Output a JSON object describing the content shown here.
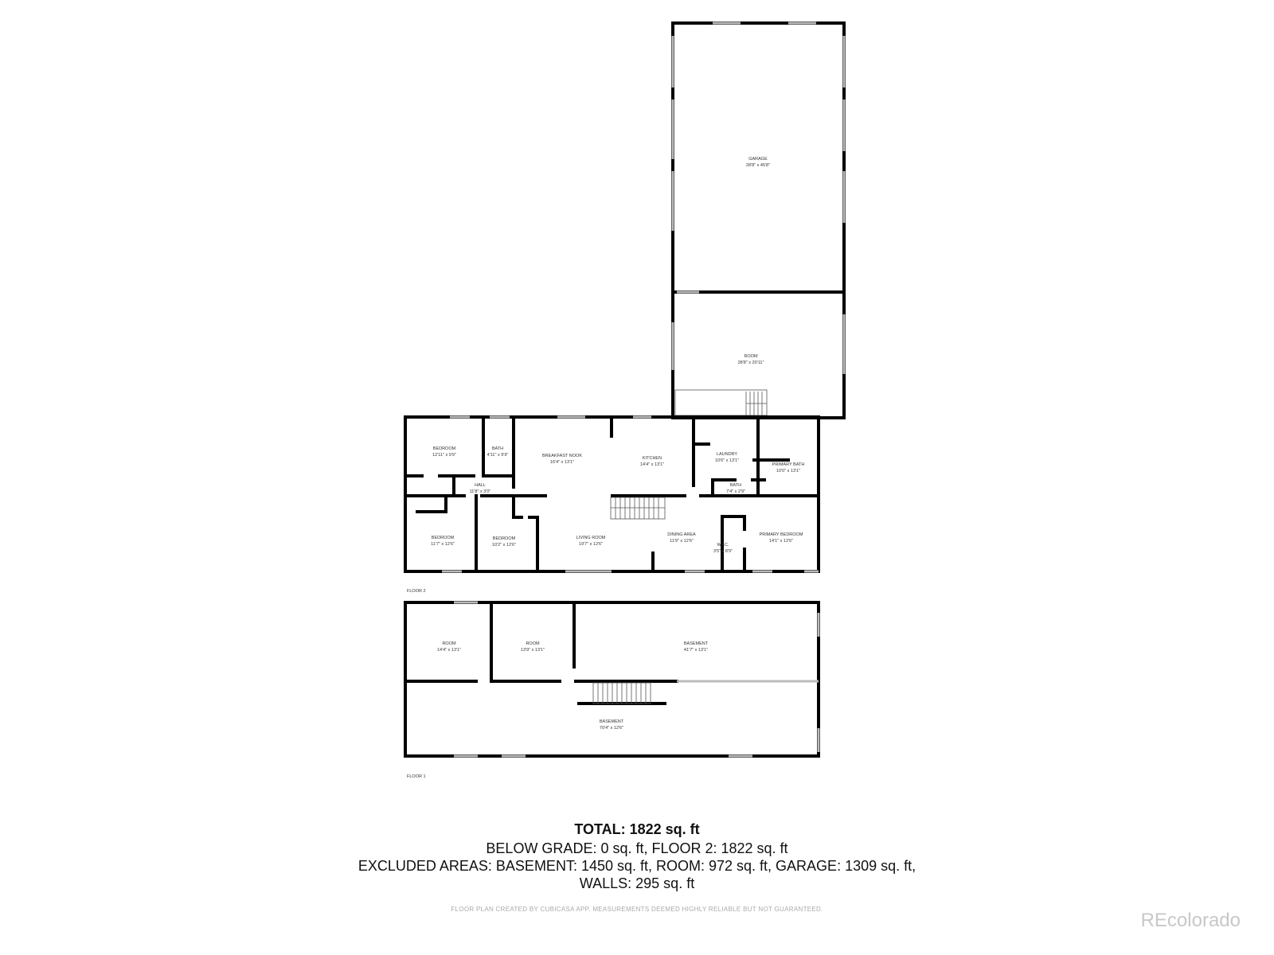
{
  "rooms": {
    "garage": {
      "name": "GARAGE",
      "dim": "28'8\" x 45'8\""
    },
    "room_upper": {
      "name": "ROOM",
      "dim": "28'8\" x 20'11\""
    },
    "bedroom1": {
      "name": "BEDROOM",
      "dim": "12'11\" x 9'9\""
    },
    "bath1": {
      "name": "BATH",
      "dim": "4'11\" x 9'9\""
    },
    "breakfast": {
      "name": "BREAKFAST NOOK",
      "dim": "16'4\" x 13'1\""
    },
    "kitchen": {
      "name": "KITCHEN",
      "dim": "14'4\" x 13'1\""
    },
    "laundry": {
      "name": "LAUNDRY",
      "dim": "10'6\" x 13'1\""
    },
    "primary_bath": {
      "name": "PRIMARY BATH",
      "dim": "10'0\" x 13'1\""
    },
    "hall": {
      "name": "HALL",
      "dim": "11'8\" x 3'0\""
    },
    "bath2": {
      "name": "BATH",
      "dim": "7'4\" x 2'9\""
    },
    "bedroom2": {
      "name": "BEDROOM",
      "dim": "11'7\" x 12'6\""
    },
    "bedroom3": {
      "name": "BEDROOM",
      "dim": "10'2\" x 12'6\""
    },
    "living": {
      "name": "LIVING ROOM",
      "dim": "19'7\" x 12'6\""
    },
    "dining": {
      "name": "DINING AREA",
      "dim": "11'9\" x 12'6\""
    },
    "wic": {
      "name": "W.I.C.",
      "dim": "3'5\" x 8'9\""
    },
    "primary_bedroom": {
      "name": "PRIMARY BEDROOM",
      "dim": "14'1\" x 12'6\""
    },
    "room_a": {
      "name": "ROOM",
      "dim": "14'4\" x 13'1\""
    },
    "room_b": {
      "name": "ROOM",
      "dim": "13'9\" x 13'1\""
    },
    "basement_a": {
      "name": "BASEMENT",
      "dim": "41'7\" x 13'1\""
    },
    "basement_b": {
      "name": "BASEMENT",
      "dim": "70'4\" x 12'6\""
    }
  },
  "floors": {
    "floor2": "FLOOR 2",
    "floor1": "FLOOR 1"
  },
  "summary": {
    "total": "TOTAL: 1822 sq. ft",
    "line1": "BELOW GRADE: 0 sq. ft, FLOOR 2: 1822 sq. ft",
    "line2": "EXCLUDED AREAS: BASEMENT: 1450 sq. ft, ROOM: 972 sq. ft, GARAGE: 1309 sq. ft,",
    "line3": "WALLS: 295 sq. ft"
  },
  "disclaimer": "FLOOR PLAN CREATED BY CUBICASA APP. MEASUREMENTS DEEMED HIGHLY RELIABLE BUT NOT GUARANTEED.",
  "logo": "REcolorado"
}
